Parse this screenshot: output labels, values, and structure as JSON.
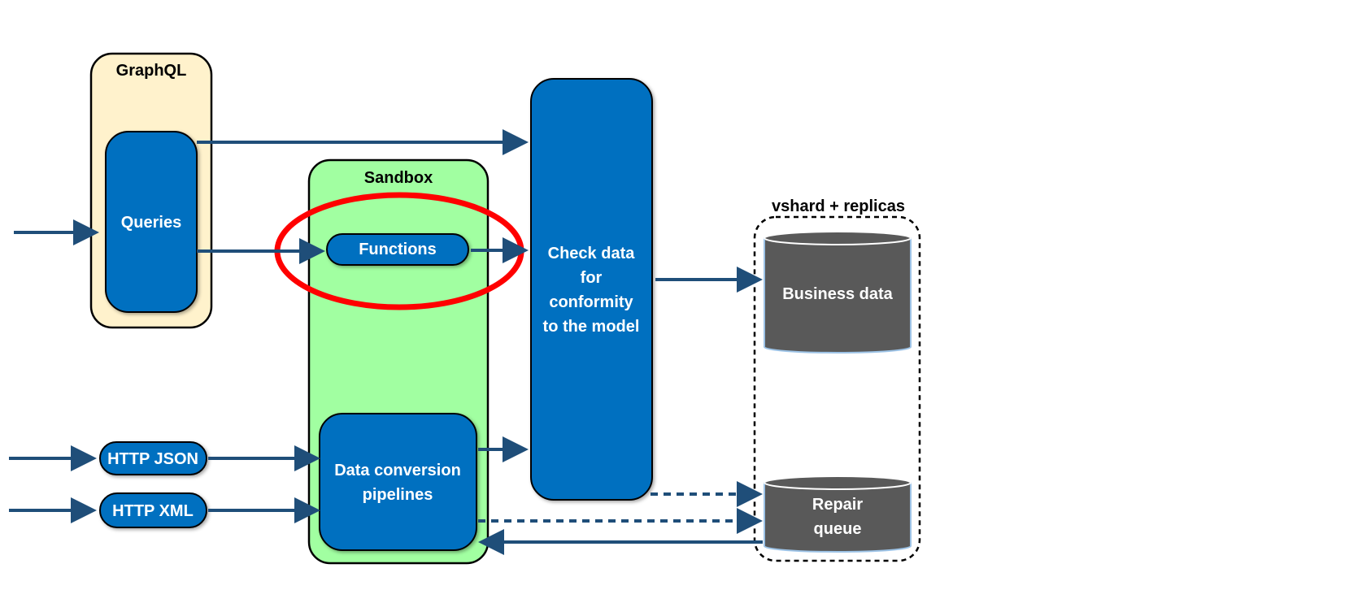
{
  "graphql": {
    "title": "GraphQL",
    "queries_label": "Queries"
  },
  "sandbox": {
    "title": "Sandbox",
    "functions_label": "Functions",
    "pipelines_line1": "Data conversion",
    "pipelines_line2": "pipelines"
  },
  "check": {
    "line1": "Check data",
    "line2": "for",
    "line3": "conformity",
    "line4": "to the model"
  },
  "storage": {
    "title": "vshard + replicas",
    "business_label": "Business data",
    "repair_line1": "Repair",
    "repair_line2": "queue"
  },
  "inputs": {
    "http_json": "HTTP JSON",
    "http_xml": "HTTP XML"
  },
  "colors": {
    "box_blue": "#0070c0",
    "arrow": "#1f4e79",
    "graphql_bg": "#fff2cc",
    "sandbox_bg": "#a1ffa1",
    "cylinder": "#595959",
    "highlight": "#ff0000"
  }
}
